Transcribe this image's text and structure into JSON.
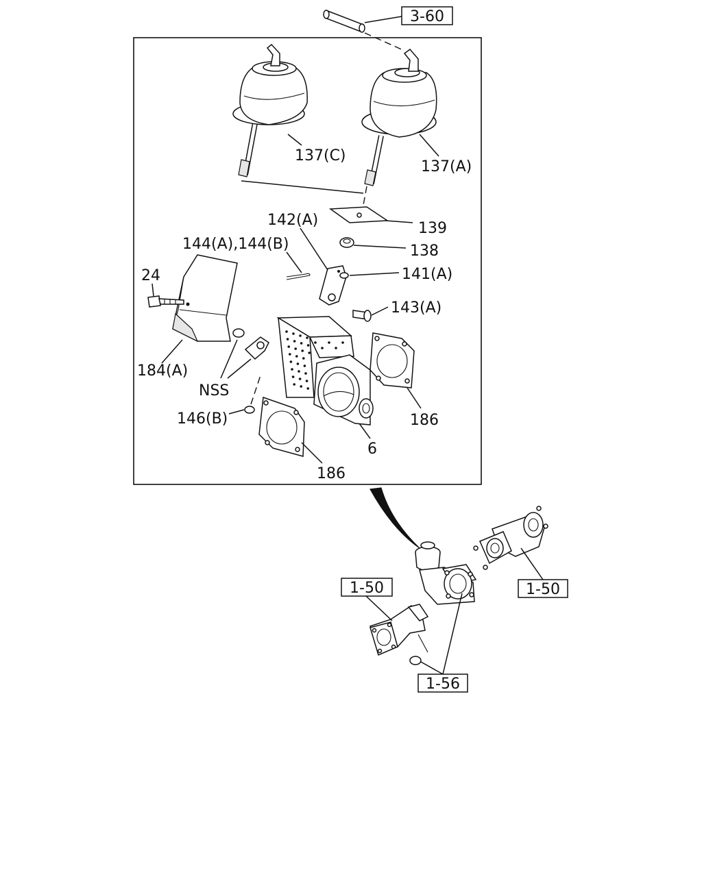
{
  "callouts": {
    "ref_3_60": "3-60",
    "p137c": "137(C)",
    "p137a": "137(A)",
    "p139": "139",
    "p142a": "142(A)",
    "p138": "138",
    "p144": "144(A),144(B)",
    "p141a": "141(A)",
    "p24": "24",
    "p143a": "143(A)",
    "p184a": "184(A)",
    "nss": "NSS",
    "p146b": "146(B)",
    "p186_right": "186",
    "p6": "6",
    "p186_bottom": "186",
    "ref_1_50_left": "1-50",
    "ref_1_50_right": "1-50",
    "ref_1_56": "1-56"
  }
}
